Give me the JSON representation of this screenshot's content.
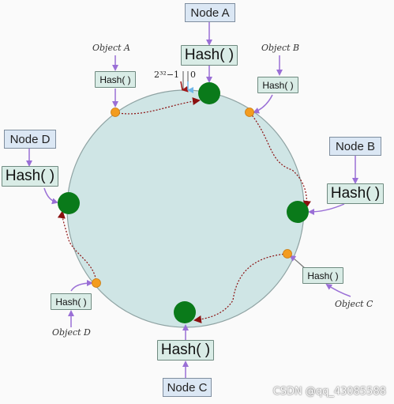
{
  "nodes": {
    "a": {
      "label": "Node A",
      "hash": "Hash( )"
    },
    "b": {
      "label": "Node B",
      "hash": "Hash( )"
    },
    "c": {
      "label": "Node C",
      "hash": "Hash( )"
    },
    "d": {
      "label": "Node D",
      "hash": "Hash( )"
    }
  },
  "objects": {
    "a": {
      "label": "Object A",
      "hash": "Hash( )"
    },
    "b": {
      "label": "Object B",
      "hash": "Hash( )"
    },
    "c": {
      "label": "Object C",
      "hash": "Hash( )"
    },
    "d": {
      "label": "Object D",
      "hash": "Hash( )"
    }
  },
  "ring": {
    "max_label": "2³²−1",
    "zero_label": "0"
  },
  "colors": {
    "ring_fill": "#cfe5e5",
    "node_dot": "#0a7a1a",
    "object_dot": "#f39c1f",
    "arrow_purple": "#9a6fd6",
    "route_red": "#8b1010"
  },
  "watermark": "CSDN @qq_43085588"
}
